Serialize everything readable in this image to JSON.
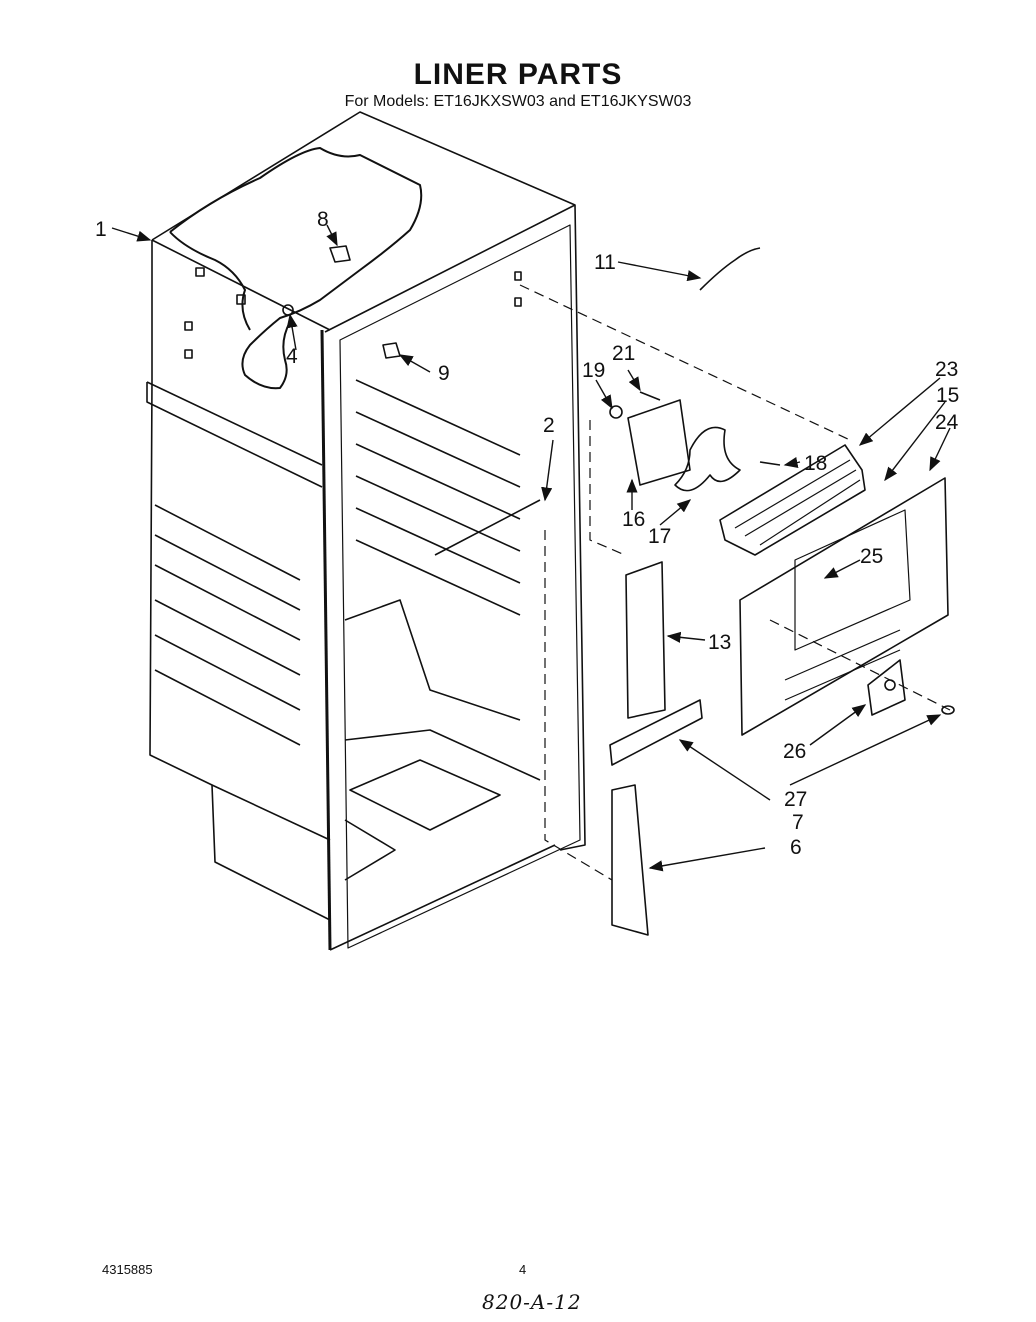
{
  "header": {
    "title": "LINER PARTS",
    "subtitle": "For Models: ET16JKXSW03 and ET16JKYSW03"
  },
  "diagram": {
    "callouts": {
      "c1": "1",
      "c2": "2",
      "c4": "4",
      "c6": "6",
      "c7": "7",
      "c8": "8",
      "c9": "9",
      "c11": "11",
      "c13": "13",
      "c15": "15",
      "c16": "16",
      "c17": "17",
      "c18": "18",
      "c19": "19",
      "c21": "21",
      "c23": "23",
      "c24": "24",
      "c25": "25",
      "c26": "26",
      "c27": "27"
    }
  },
  "footer": {
    "doc_number": "4315885",
    "page_number": "4",
    "handwritten_note": "820-A-12"
  }
}
